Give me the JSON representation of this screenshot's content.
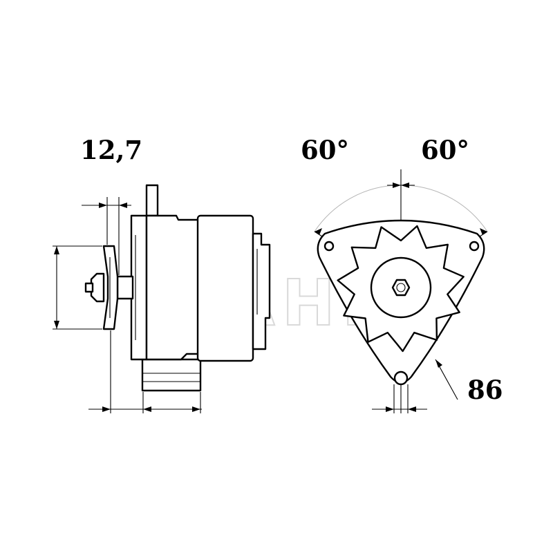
{
  "labels": {
    "offset": "12,7",
    "angle_left": "60°",
    "angle_right": "60°",
    "diameter": "86"
  },
  "watermark": "MAHLE",
  "colors": {
    "line": "#000000",
    "background": "#ffffff",
    "construction_line": "#b5b5b5",
    "watermark": "#d9d9d9"
  }
}
